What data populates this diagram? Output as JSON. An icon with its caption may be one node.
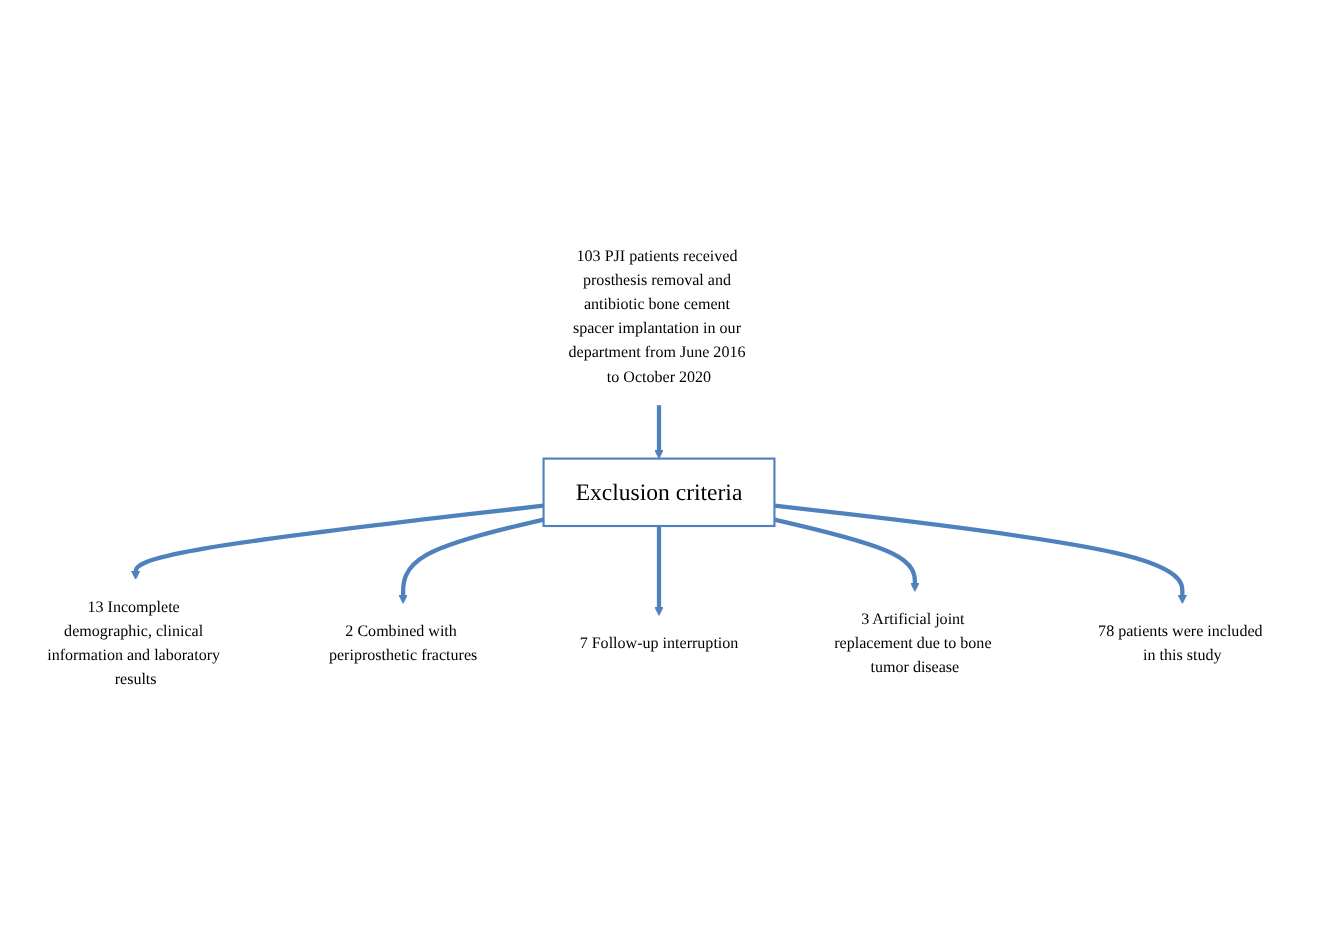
{
  "diagram": {
    "nodes": [
      {
        "text": [
          "103 PJI patients received prosthesis removal and antibiotic bone cement spacer implantation in our department from June 2016 to October 2020"
        ]
      },
      {
        "text": [
          "Exclusion criteria"
        ]
      },
      {
        "text": [
          "13 Incomplete demographic, clinical information and laboratory results"
        ]
      },
      {
        "text": [
          "2 Combined with periprosthetic fractures"
        ]
      },
      {
        "text": [
          "7 Follow-up interruption"
        ]
      },
      {
        "text": [
          "3 Artificial joint replacement due to bone tumor disease"
        ]
      },
      {
        "text": [
          "78 patients were included in this study"
        ]
      }
    ],
    "edges": [
      {
        "from": 0,
        "to": 1,
        "arrow": "to"
      },
      {
        "from": 1,
        "to": 2,
        "arrow": "to"
      },
      {
        "from": 1,
        "to": 3,
        "arrow": "to"
      },
      {
        "from": 1,
        "to": 4,
        "arrow": "to"
      },
      {
        "from": 1,
        "to": 5,
        "arrow": "to"
      },
      {
        "from": 1,
        "to": 6,
        "arrow": "to"
      }
    ]
  }
}
